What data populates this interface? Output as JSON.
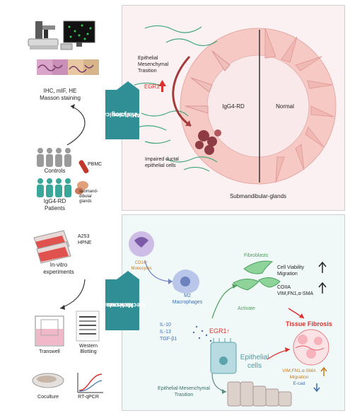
{
  "left_column": {
    "staining_label": [
      "IHC, mIF, HE",
      "Masson staining"
    ],
    "controls_label": "Controls",
    "pbmc_label": "PBMC",
    "patients_label": [
      "IgG4-RD",
      "Patients"
    ],
    "glands_label": [
      "submand-",
      "dibular",
      "glands"
    ],
    "cell_lines": [
      "A253",
      "HPNE"
    ],
    "invitro_label": [
      "In-vitro",
      "experiments"
    ],
    "transwell_label": "Transwell",
    "western_label": [
      "Western",
      "Blotting"
    ],
    "coculture_label": "Coculture",
    "rtqpcr_label": "RT-qPCR"
  },
  "top_panel": {
    "tab_label": [
      "Histological",
      "Analyses"
    ],
    "emt_label": [
      "Epithelial",
      "Mesenchymal",
      "Trasition"
    ],
    "egr1_label": "EGR1",
    "igg4_label": "IgG4-RD",
    "normal_label": "Normal",
    "impaired_label": [
      "Impaired ductal",
      "epithelial cells"
    ],
    "glands_caption": "Submandibular-glands"
  },
  "bottom_panel": {
    "tab_label": [
      "Molecular",
      "Mechanisms"
    ],
    "monocytes_label": [
      "CD14⁺",
      "Monocytes"
    ],
    "macrophages_label": [
      "M2",
      "Macrophages"
    ],
    "fibroblasts_label": "Fibroblasts",
    "viability_label": [
      "Cell Viability",
      "Migration"
    ],
    "collagen_label": [
      "COIIA",
      "VIM,FN1,α-SMA"
    ],
    "activate_label": "Activate",
    "tissue_fibrosis_label": "Tissue Fibrosis",
    "cytokines": [
      "IL-10",
      "IL-13",
      "TGF-β1"
    ],
    "egr1_label": "EGR1",
    "epithelial_label": [
      "Epithelial",
      "cells"
    ],
    "markers_label": [
      "VIM,FN1,α-SMA",
      "Migration",
      "E-cad"
    ],
    "emt_label": [
      "Epithelial-Mesenchymal",
      "Trasition"
    ]
  },
  "colors": {
    "teal": "#2f8f95",
    "red": "#d9332e",
    "pink_bg": "#fcf1f2",
    "mint_bg": "#f1f8f8",
    "orange_text": "#c77a1e",
    "green_text": "#4aa05a",
    "blue_text": "#3a6fb0"
  }
}
